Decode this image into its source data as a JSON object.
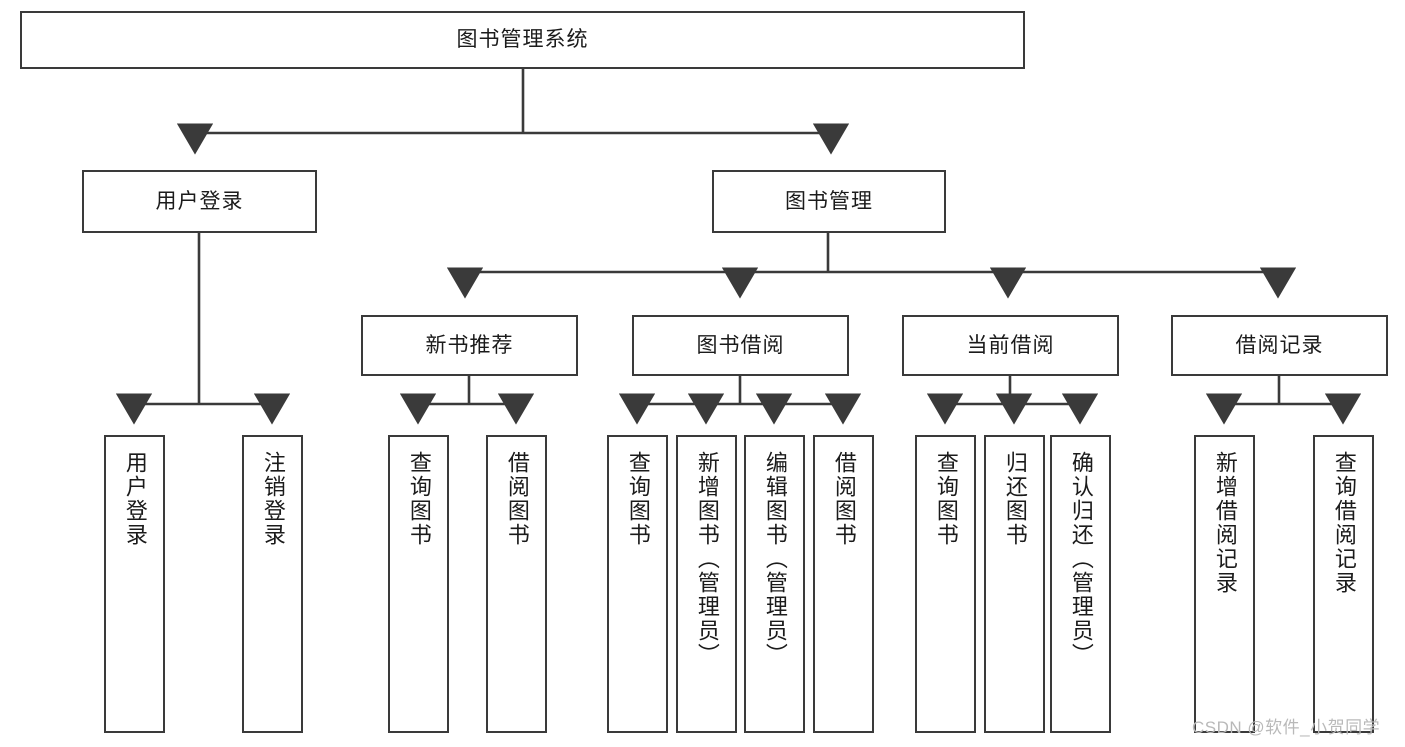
{
  "diagram": {
    "type": "tree-hierarchy",
    "title": "图书管理系统",
    "colors": {
      "box_border": "#3a3a3a",
      "box_fill": "#ffffff",
      "line": "#3a3a3a",
      "text": "#1b1b1b",
      "watermark": "#b9b9b9",
      "background": "#ffffff"
    },
    "root": {
      "label": "图书管理系统"
    },
    "level2": [
      {
        "label": "用户登录"
      },
      {
        "label": "图书管理"
      }
    ],
    "level3": [
      {
        "label": "新书推荐"
      },
      {
        "label": "图书借阅"
      },
      {
        "label": "当前借阅"
      },
      {
        "label": "借阅记录"
      }
    ],
    "leaves": {
      "user_login": [
        {
          "label": "用户登录"
        },
        {
          "label": "注销登录"
        }
      ],
      "new_book_recommend": [
        {
          "label": "查询图书"
        },
        {
          "label": "借阅图书"
        }
      ],
      "book_borrow": [
        {
          "label": "查询图书"
        },
        {
          "label": "新增图书（管理员）"
        },
        {
          "label": "编辑图书（管理员）"
        },
        {
          "label": "借阅图书"
        }
      ],
      "current_borrow": [
        {
          "label": "查询图书"
        },
        {
          "label": "归还图书"
        },
        {
          "label": "确认归还（管理员）"
        }
      ],
      "borrow_record": [
        {
          "label": "新增借阅记录"
        },
        {
          "label": "查询借阅记录"
        }
      ]
    }
  },
  "watermark": {
    "text": "CSDN @软件_小贺同学"
  }
}
